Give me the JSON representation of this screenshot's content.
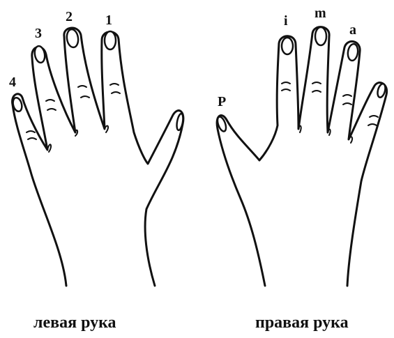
{
  "left_hand": {
    "caption": "левая рука",
    "finger_labels": [
      "1",
      "2",
      "3",
      "4"
    ]
  },
  "right_hand": {
    "caption": "правая рука",
    "finger_labels": [
      "P",
      "i",
      "m",
      "a"
    ]
  }
}
